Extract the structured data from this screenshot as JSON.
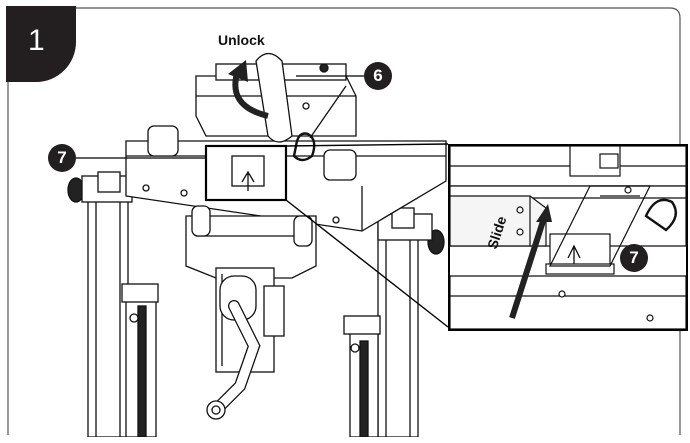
{
  "step": {
    "number": "1"
  },
  "labels": {
    "unlock": "Unlock",
    "slide": "Slide"
  },
  "callouts": {
    "six": "6",
    "seven_main": "7",
    "seven_inset": "7"
  },
  "colors": {
    "ink": "#231f20",
    "line": "#111111",
    "fill_light": "#f5f5f5"
  }
}
